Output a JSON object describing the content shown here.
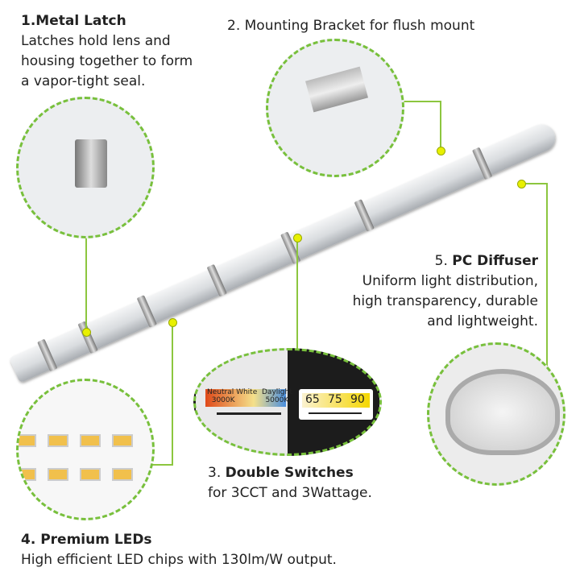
{
  "features": [
    {
      "number": "1.",
      "title": "Metal Latch",
      "desc": [
        "Latches hold lens and",
        "housing together to form",
        "a vapor-tight seal."
      ]
    },
    {
      "number": "2.",
      "title": "Mounting Bracket for flush mount"
    },
    {
      "number": "3.",
      "title": "Double Switches",
      "desc": [
        "for 3CCT and 3Wattage."
      ]
    },
    {
      "number": "4.",
      "title": "Premium LEDs",
      "desc": [
        "High efficient LED chips with 130lm/W output."
      ]
    },
    {
      "number": "5.",
      "title": "PC Diffuser",
      "desc": [
        "Uniform light distribution,",
        "high transparency, durable",
        "and lightweight."
      ]
    }
  ],
  "switch_cct": {
    "left_label": "Neutral White",
    "left_value": "3000K",
    "right_label": "Daylight",
    "right_value": "5000K"
  },
  "switch_watt": {
    "options": [
      "65",
      "75",
      "90"
    ]
  },
  "colors": {
    "accent": "#78c03c"
  }
}
